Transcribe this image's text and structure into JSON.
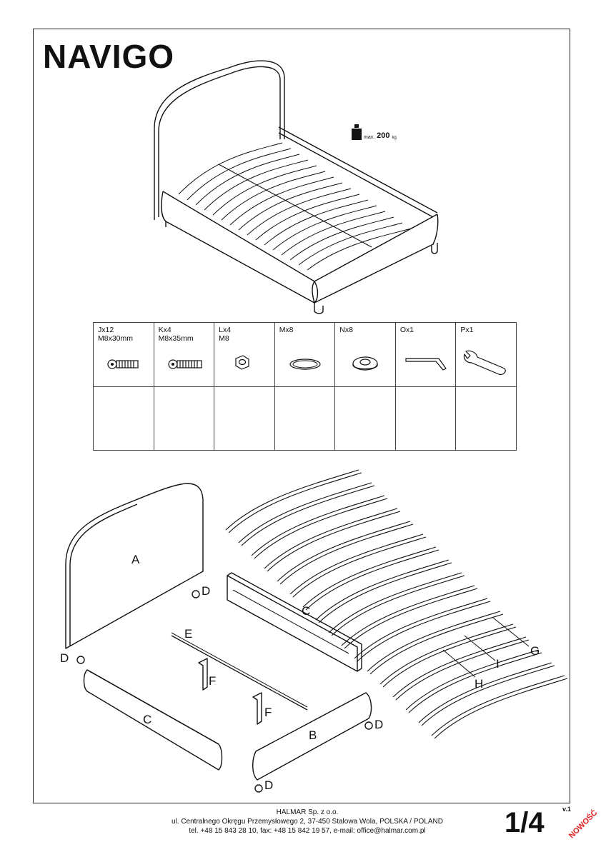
{
  "title": "NAVIGO",
  "max_load": {
    "prefix": "max.",
    "value": "200",
    "unit": "kg"
  },
  "hardware": [
    {
      "code": "Jx12",
      "size": "M8x30mm",
      "icon": "bolt-icon"
    },
    {
      "code": "Kx4",
      "size": "M8x35mm",
      "icon": "bolt-icon"
    },
    {
      "code": "Lx4",
      "size": "M8",
      "icon": "nut-icon"
    },
    {
      "code": "Mx8",
      "size": "",
      "icon": "spring-washer-icon"
    },
    {
      "code": "Nx8",
      "size": "",
      "icon": "flat-washer-icon"
    },
    {
      "code": "Ox1",
      "size": "",
      "icon": "allen-key-icon"
    },
    {
      "code": "Px1",
      "size": "",
      "icon": "wrench-icon"
    }
  ],
  "parts": {
    "A": "A",
    "B": "B",
    "C1": "C",
    "C2": "C",
    "D1": "D",
    "D2": "D",
    "D3": "D",
    "D4": "D",
    "E": "E",
    "F1": "F",
    "F2": "F",
    "G": "G",
    "H": "H",
    "I": "I"
  },
  "footer": {
    "company": "HALMAR Sp. z o.o.",
    "address": "ul. Centralnego Okręgu Przemysłowego 2, 37-450 Stalowa Wola, POLSKA / POLAND",
    "contact": "tel. +48 15 843 28 10, fax: +48 15 842 19 57, e-mail: office@halmar.com.pl"
  },
  "page": "1/4",
  "version": "v.1",
  "stamp": "NOWOŚĆ"
}
